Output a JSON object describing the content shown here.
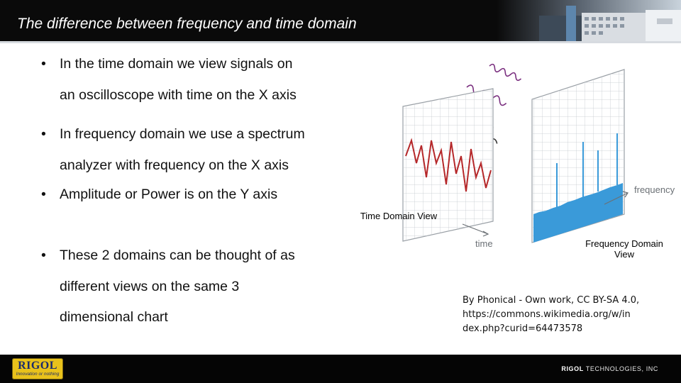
{
  "header": {
    "title": "The difference between frequency and time domain"
  },
  "bullets": [
    {
      "dot": "•",
      "lines": [
        "In the time domain we view signals on",
        "an oscilloscope with time on the X axis"
      ]
    },
    {
      "dot": "•",
      "lines": [
        "In frequency domain we use a spectrum",
        "analyzer with frequency on the X axis"
      ]
    },
    {
      "dot": "•",
      "lines": [
        "Amplitude or Power is on the Y axis"
      ]
    },
    {
      "dot": "•",
      "lines": [
        "These 2 domains can be thought of as",
        "different views on the same 3",
        "dimensional chart"
      ]
    }
  ],
  "figure": {
    "caption_time": "Time Domain View",
    "caption_freq": "Frequency Domain View",
    "axis_time": "time",
    "axis_frequency": "frequency",
    "time_trace_color": "#b5282a",
    "spectrum_color": "#3a9ad9",
    "wave_color": "#7a2f7f"
  },
  "credit": {
    "line1": "By Phonical - Own work, CC BY-SA 4.0,",
    "line2": "https://commons.wikimedia.org/w/in",
    "line3": "dex.php?curid=64473578"
  },
  "footer": {
    "logo_word": "RIGOL",
    "logo_tagline": "Innovation or nothing",
    "company_bold": "RIGOL",
    "company_rest": " TECHNOLOGIES, INC"
  }
}
